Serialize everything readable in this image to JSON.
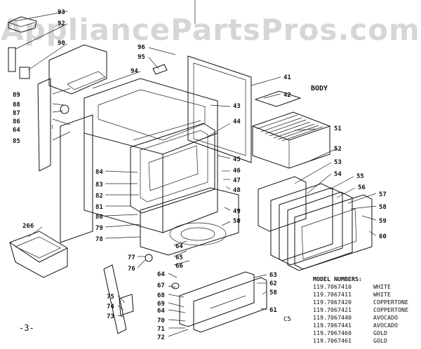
{
  "watermark": "AppliancePartsPros.com",
  "diagram_label": "BODY",
  "page_number": "-3-",
  "corner_mark": "C5",
  "model_header": "MODEL NUMBERS:",
  "models": [
    {
      "number": "119.7067410",
      "color": "WHITE"
    },
    {
      "number": "119.7067411",
      "color": "WHITE"
    },
    {
      "number": "119.7067420",
      "color": "COPPERTONE"
    },
    {
      "number": "119.7067421",
      "color": "COPPERTONE"
    },
    {
      "number": "119.7067440",
      "color": "AVOCADO"
    },
    {
      "number": "119.7067441",
      "color": "AVOCADO"
    },
    {
      "number": "119.7067460",
      "color": "GOLD"
    },
    {
      "number": "119.7067461",
      "color": "GOLD"
    }
  ],
  "callouts": [
    "93",
    "92",
    "90",
    "94",
    "89",
    "88",
    "87",
    "86",
    "64",
    "85",
    "96",
    "95",
    "41",
    "42",
    "43",
    "44",
    "51",
    "52",
    "53",
    "54",
    "55",
    "56",
    "57",
    "58",
    "59",
    "60",
    "45",
    "46",
    "47",
    "48",
    "49",
    "50",
    "84",
    "83",
    "82",
    "81",
    "80",
    "79",
    "78",
    "77",
    "76",
    "64",
    "65",
    "66",
    "266",
    "64",
    "67",
    "68",
    "69",
    "64",
    "70",
    "71",
    "72",
    "75",
    "74",
    "73",
    "63",
    "62",
    "58",
    "61"
  ]
}
